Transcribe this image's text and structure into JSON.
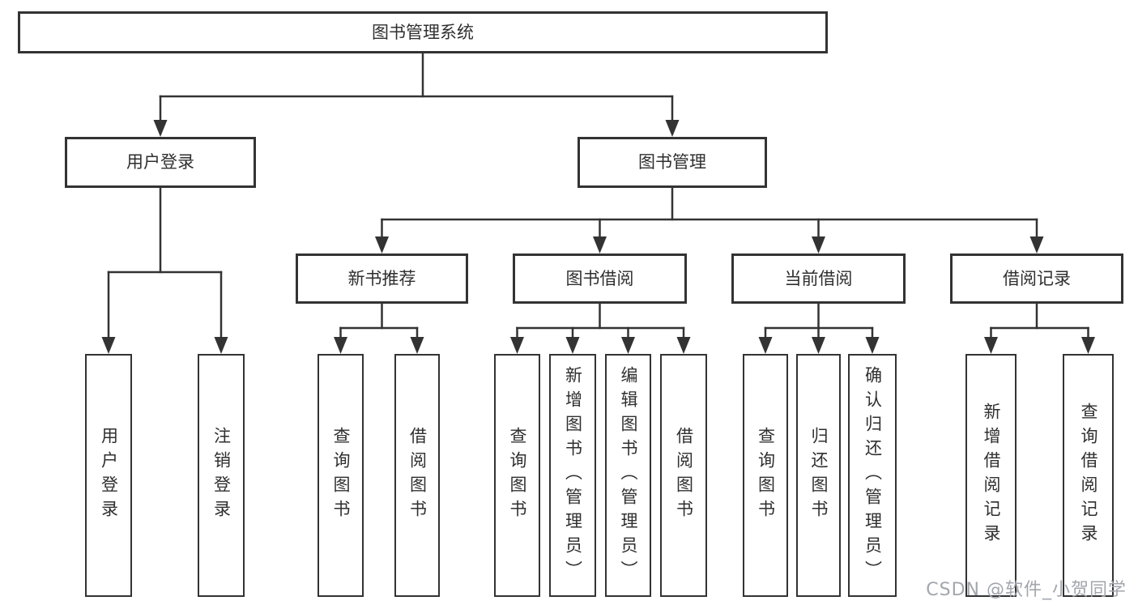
{
  "colors": {
    "background": "#ffffff",
    "line": "#333333",
    "box_border": "#333333",
    "text": "#2f2f2f",
    "watermark": "#a2a6ad"
  },
  "diagram": {
    "root": {
      "label": "图书管理系统"
    },
    "level2": [
      {
        "label": "用户登录",
        "children": [
          {
            "label": "用户登录"
          },
          {
            "label": "注销登录"
          }
        ]
      },
      {
        "label": "图书管理",
        "children": [
          {
            "label": "新书推荐",
            "children": [
              {
                "label": "查询图书"
              },
              {
                "label": "借阅图书"
              }
            ]
          },
          {
            "label": "图书借阅",
            "children": [
              {
                "label": "查询图书"
              },
              {
                "label": "新增图书（管理员）"
              },
              {
                "label": "编辑图书（管理员）"
              },
              {
                "label": "借阅图书"
              }
            ]
          },
          {
            "label": "当前借阅",
            "children": [
              {
                "label": "查询图书"
              },
              {
                "label": "归还图书"
              },
              {
                "label": "确认归还（管理员）"
              }
            ]
          },
          {
            "label": "借阅记录",
            "children": [
              {
                "label": "新增借阅记录"
              },
              {
                "label": "查询借阅记录"
              }
            ]
          }
        ]
      }
    ]
  },
  "watermark": {
    "text": "CSDN @软件_小贺同学"
  }
}
